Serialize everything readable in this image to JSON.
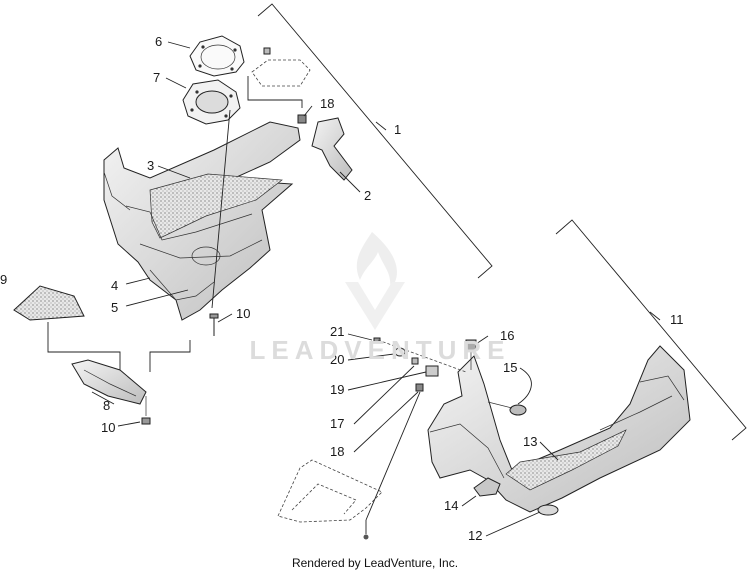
{
  "callouts": {
    "c1": "1",
    "c2": "2",
    "c3": "3",
    "c4": "4",
    "c5": "5",
    "c6": "6",
    "c7": "7",
    "c8": "8",
    "c9": "9",
    "c10a": "10",
    "c10b": "10",
    "c11": "11",
    "c12": "12",
    "c13": "13",
    "c14": "14",
    "c15": "15",
    "c16": "16",
    "c17": "17",
    "c18a": "18",
    "c18b": "18",
    "c19": "19",
    "c20": "20",
    "c21": "21"
  },
  "watermark": {
    "text": "LEADVENTURE"
  },
  "footer": {
    "text": "Rendered by LeadVenture, Inc."
  }
}
